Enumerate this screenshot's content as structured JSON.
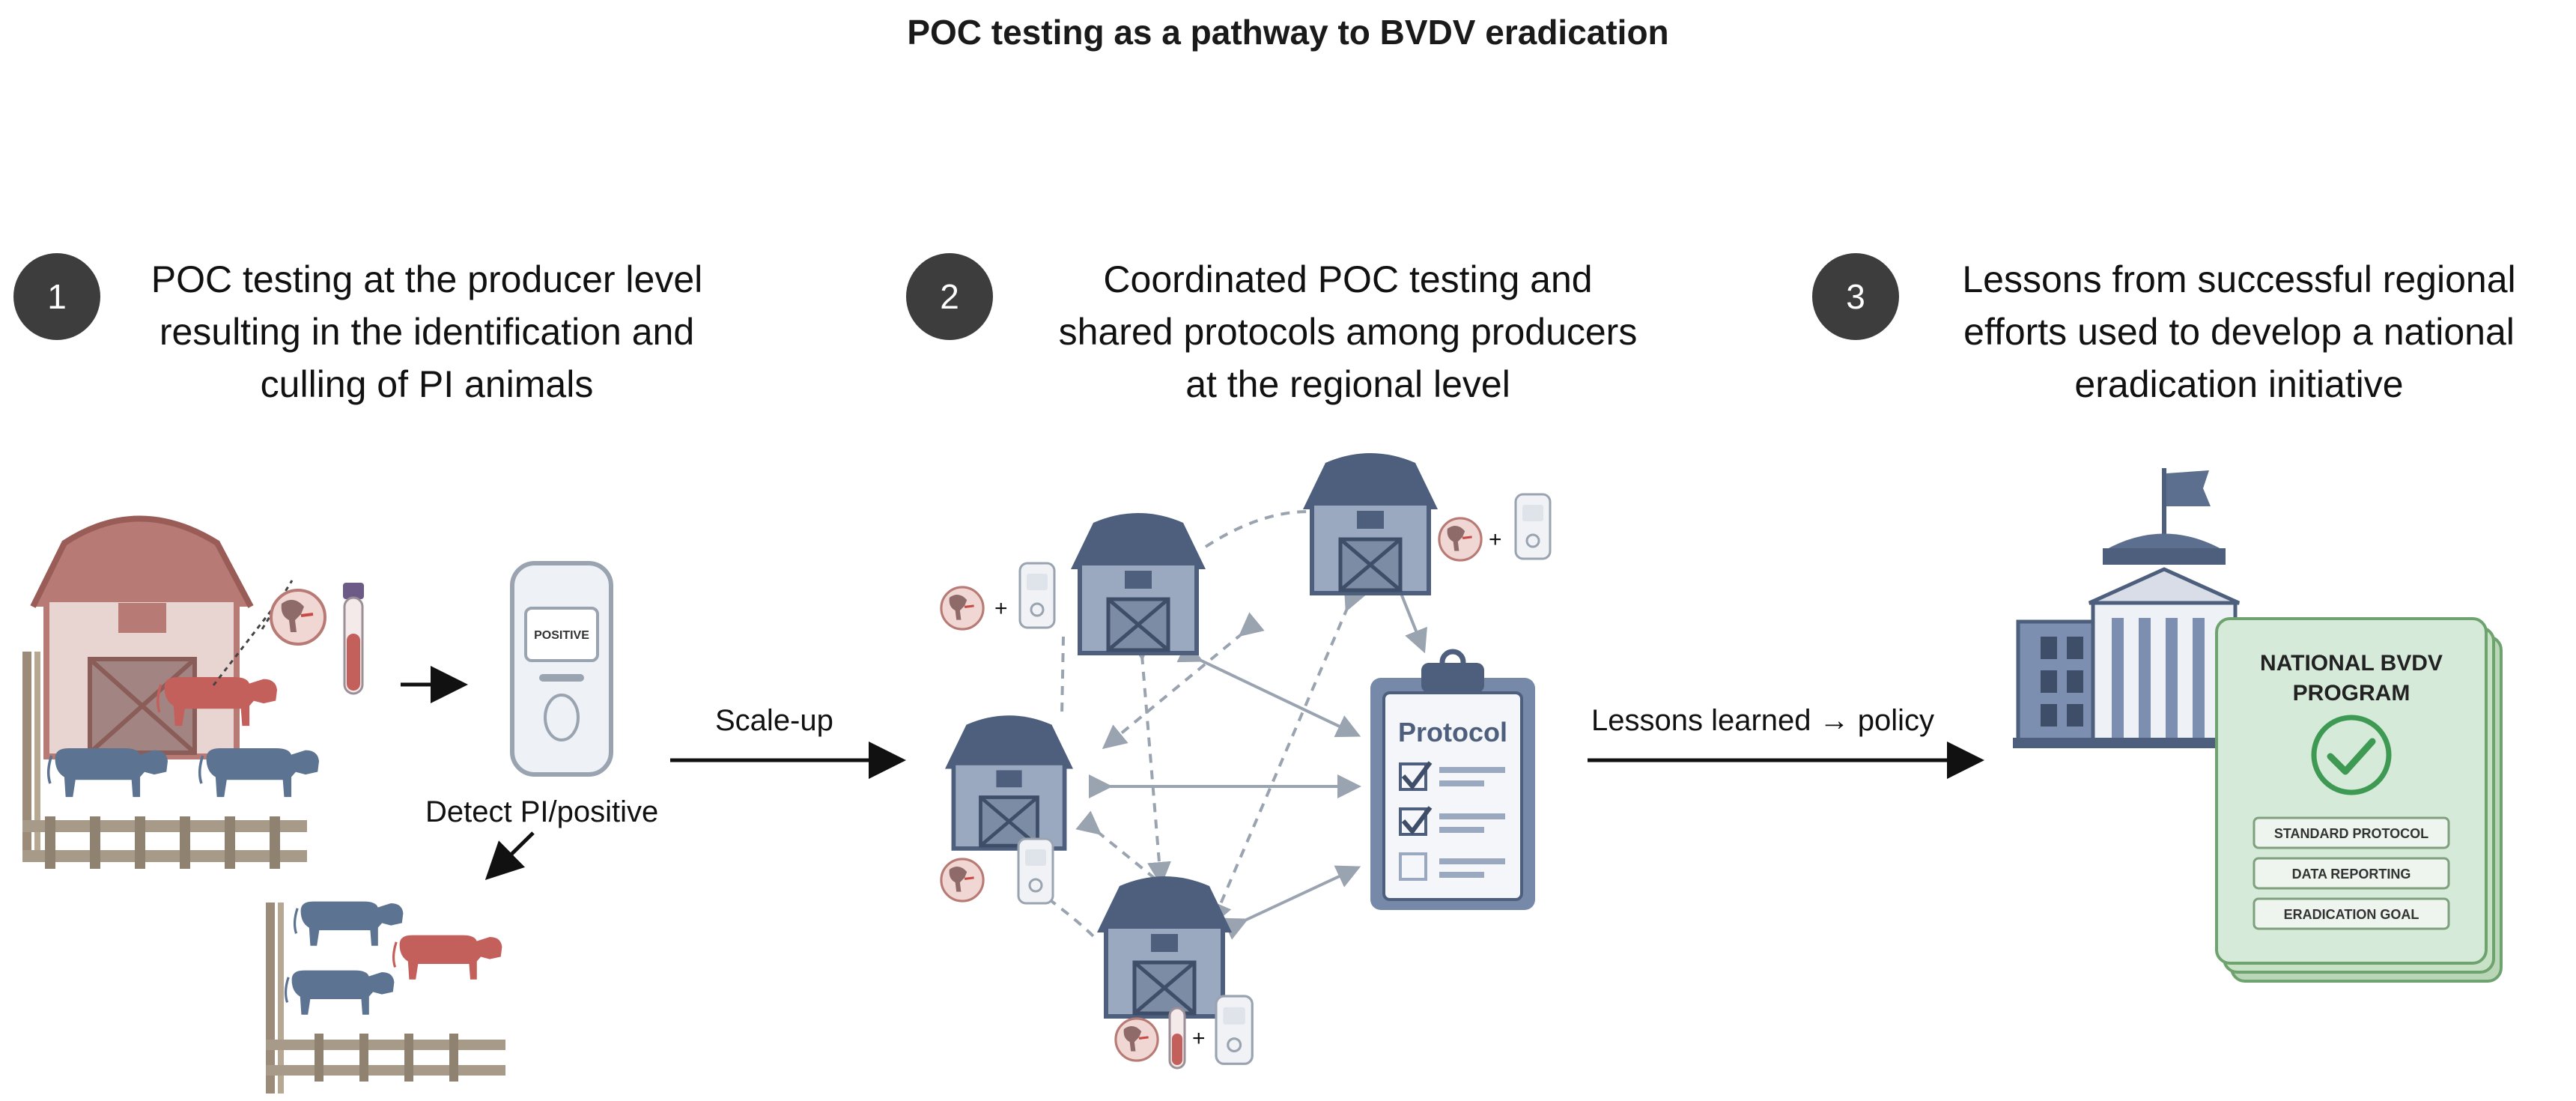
{
  "title": "POC testing as a pathway to BVDV eradication",
  "steps": [
    {
      "number": "1",
      "lines": [
        "POC testing at the producer level",
        "resulting in the identification and",
        "culling of PI animals"
      ]
    },
    {
      "number": "2",
      "lines": [
        "Coordinated POC testing and",
        "shared protocols among producers",
        "at the regional level"
      ]
    },
    {
      "number": "3",
      "lines": [
        "Lessons from successful regional",
        "efforts used to develop a national",
        "eradication initiative"
      ]
    }
  ],
  "labels": {
    "device_screen": "POSITIVE",
    "detect": "Detect PI/positive",
    "scale_up": "Scale-up",
    "protocol": "Protocol",
    "lessons": "Lessons learned → policy"
  },
  "national_program": {
    "title_line1": "NATIONAL BVDV",
    "title_line2": "PROGRAM",
    "items": [
      "STANDARD PROTOCOL",
      "DATA REPORTING",
      "ERADICATION GOAL"
    ]
  },
  "colors": {
    "badge": "#3d3d3d",
    "barn_red": "#b77a74",
    "barn_blue": "#5c6f8e",
    "cow_red": "#c4605c",
    "cow_blue": "#5d7392",
    "doc_green": "#c8e2c6",
    "check_green": "#3e9a52",
    "arrow_gray": "#9aa3b0"
  },
  "icons": [
    "barn-icon",
    "cow-icon",
    "test-device-icon",
    "blood-tube-icon",
    "clipboard-icon",
    "capitol-building-icon",
    "check-icon",
    "flag-icon"
  ]
}
